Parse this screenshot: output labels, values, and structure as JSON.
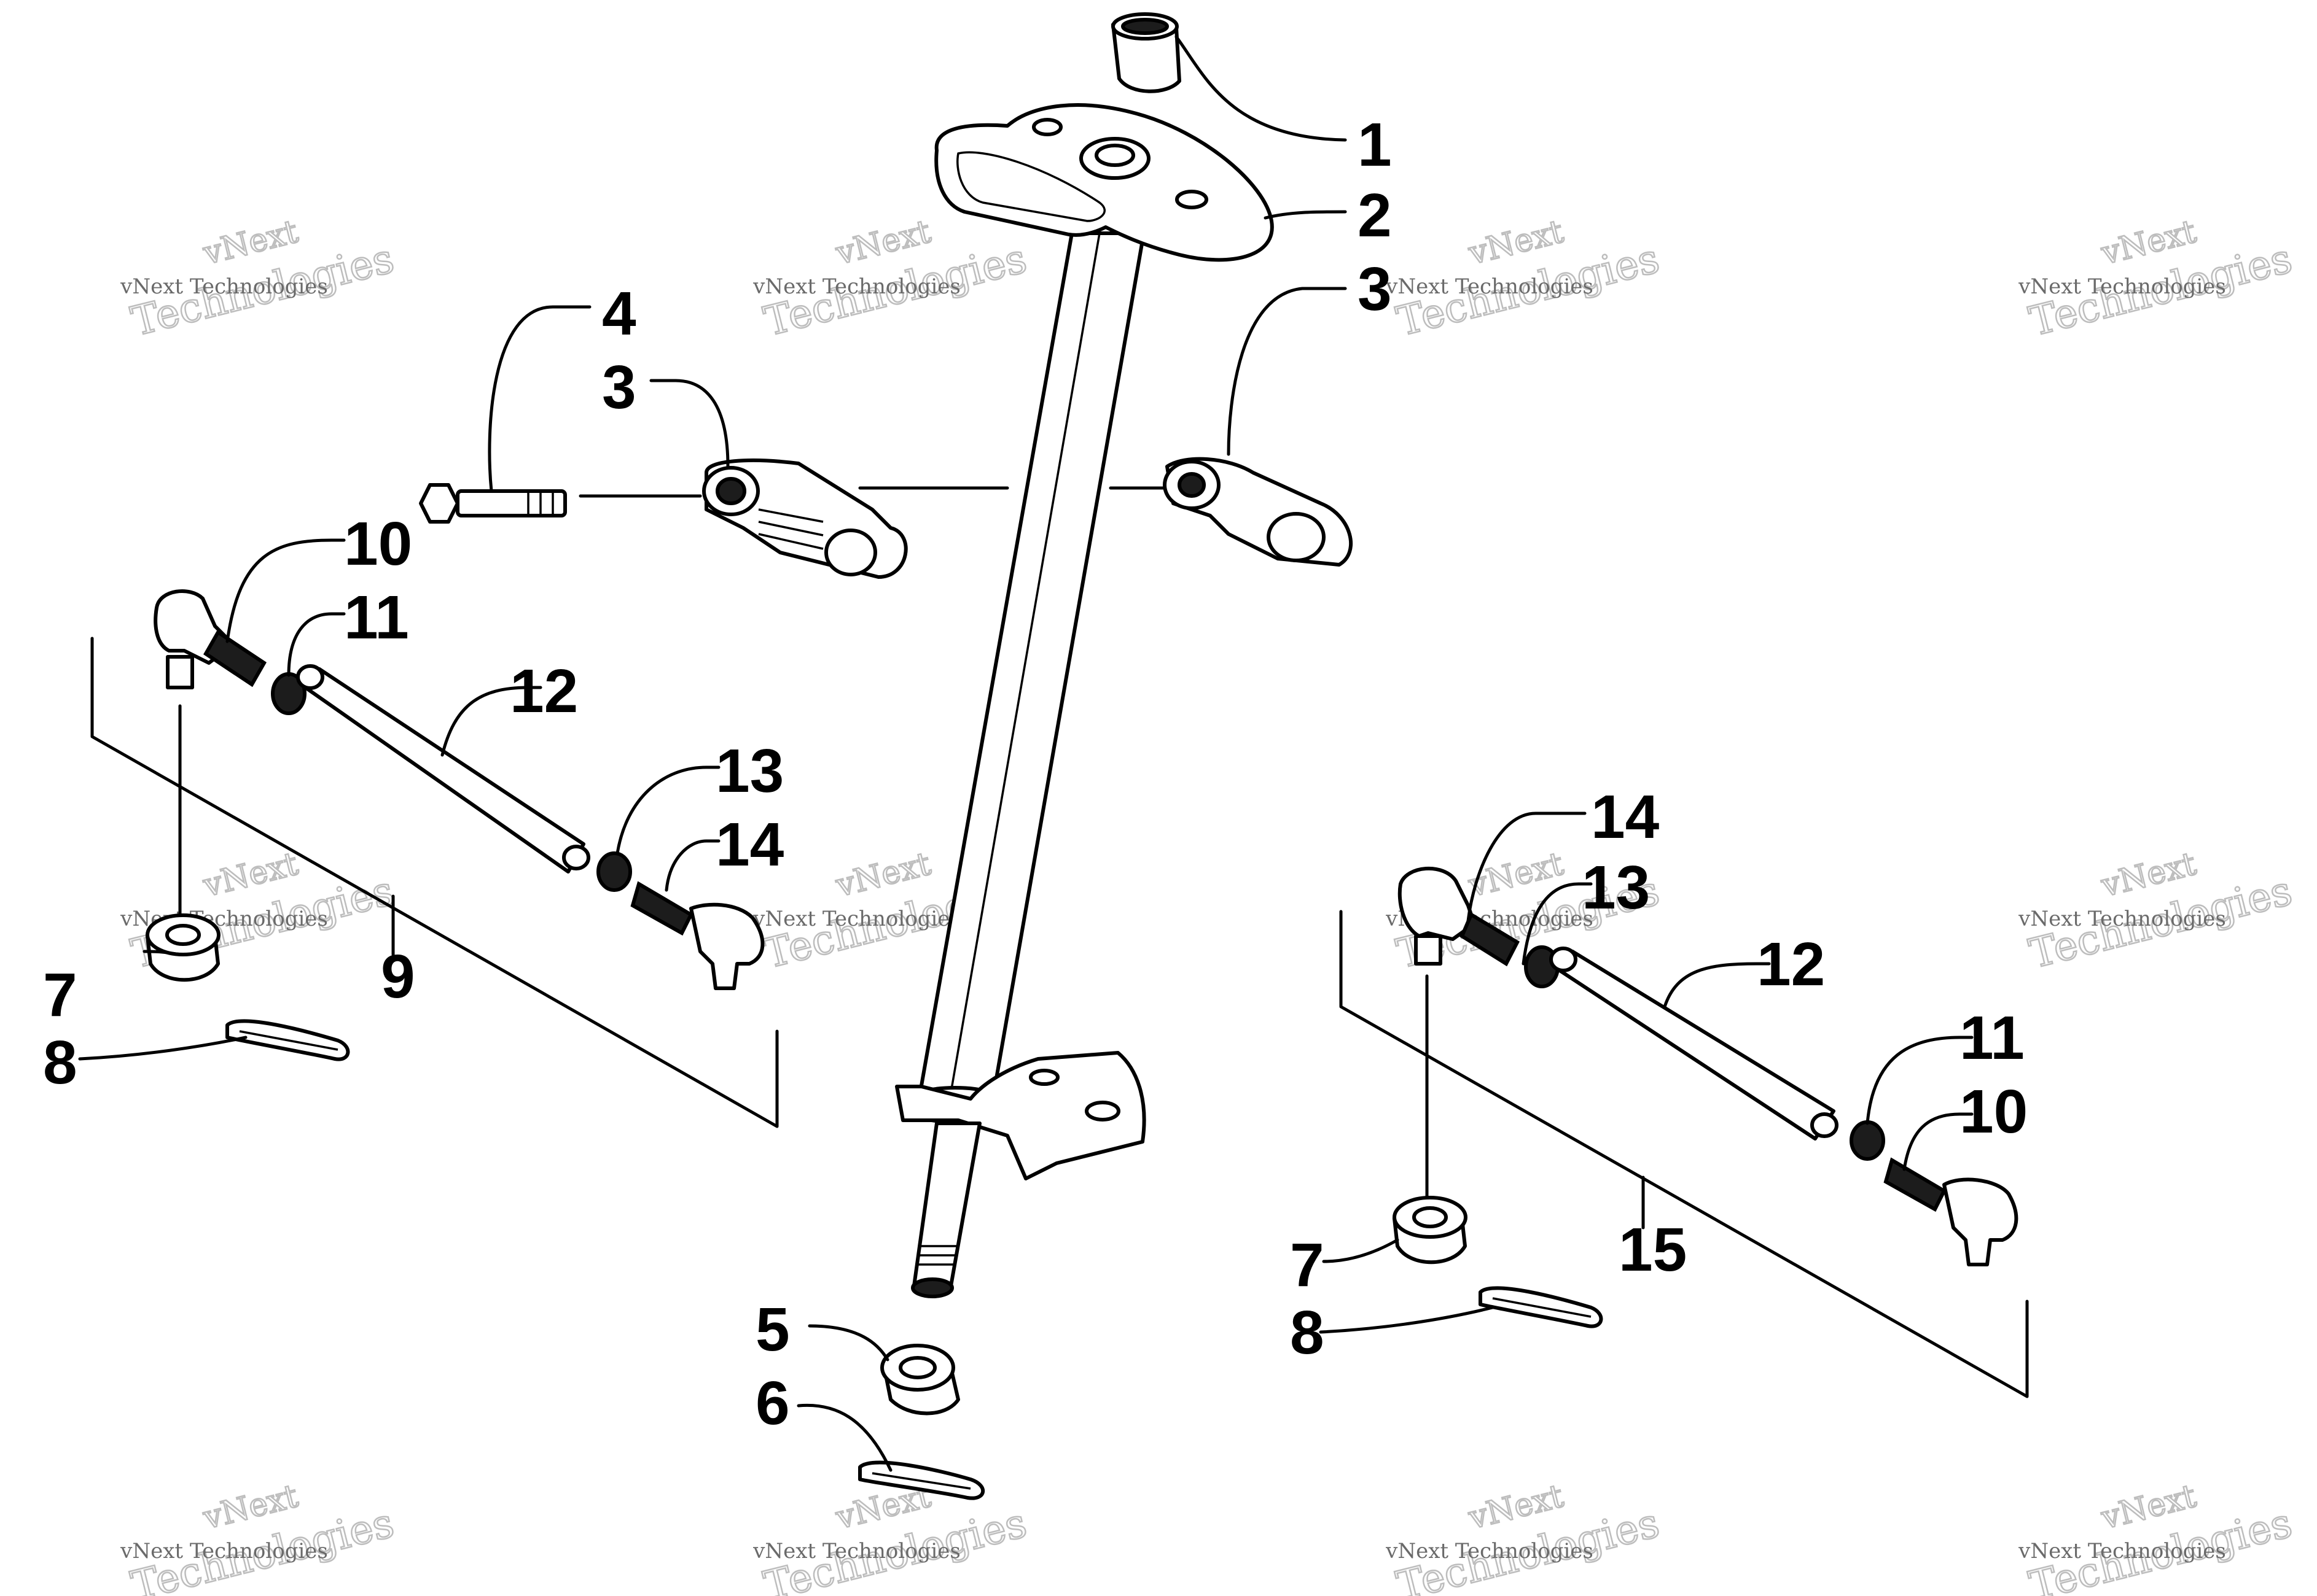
{
  "callouts": {
    "c1": "1",
    "c2": "2",
    "c3a": "3",
    "c3b": "3",
    "c4": "4",
    "c5": "5",
    "c6": "6",
    "c7a": "7",
    "c7b": "7",
    "c8a": "8",
    "c8b": "8",
    "c9": "9",
    "c10a": "10",
    "c10b": "10",
    "c11a": "11",
    "c11b": "11",
    "c12a": "12",
    "c12b": "12",
    "c13a": "13",
    "c13b": "13",
    "c14a": "14",
    "c14b": "14",
    "c15": "15"
  },
  "watermark": {
    "small": "vNext Technologies",
    "top": "vNext",
    "bottom": "Technologies"
  }
}
